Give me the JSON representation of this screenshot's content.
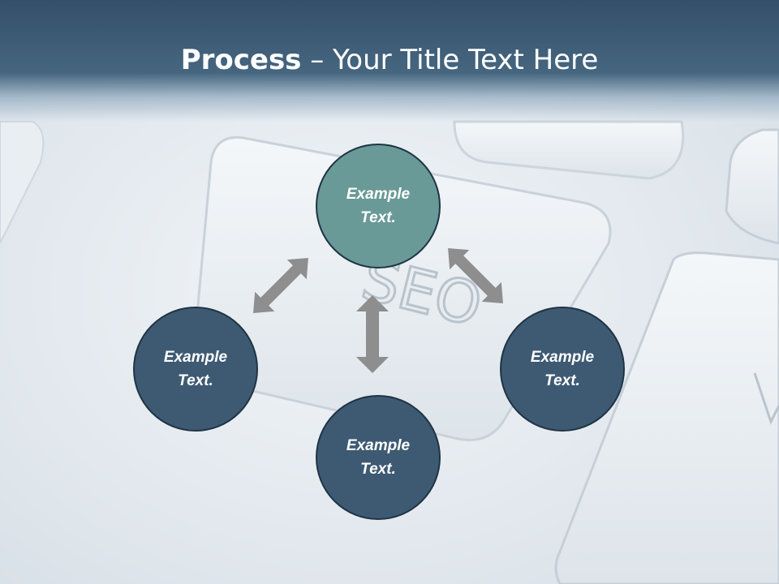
{
  "title": {
    "bold": "Process",
    "rest": " – Your Title Text Here"
  },
  "nodes": {
    "top": "Example Text.",
    "left": "Example Text.",
    "right": "Example Text.",
    "bottom": "Example Text."
  },
  "background_watermark": "SEO",
  "colors": {
    "header": "#3e5a73",
    "node_top": "#699a97",
    "node_other": "#3e5a73",
    "arrow": "#8e8e8e"
  }
}
